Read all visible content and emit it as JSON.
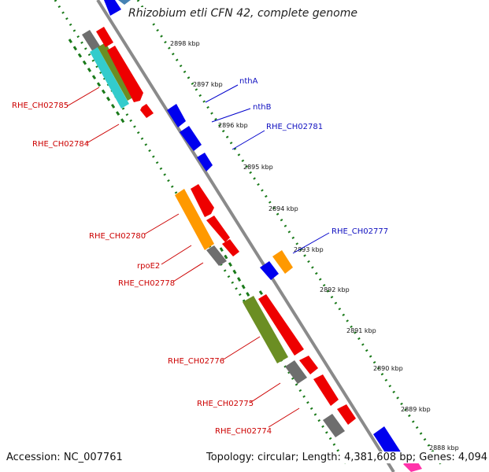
{
  "title": "Rhizobium etli CFN 42, complete genome",
  "footer": {
    "accession": "Accession: NC_007761",
    "topology": "Topology: circular; Length: 4,381,608 bp; Genes: 4,094"
  },
  "ticks": [
    "2898 kbp",
    "2897 kbp",
    "2896 kbp",
    "2895 kbp",
    "2894 kbp",
    "2893 kbp",
    "2892 kbp",
    "2891 kbp",
    "2890 kbp",
    "2889 kbp",
    "2888 kbp"
  ],
  "forward_labels": [
    "nthA",
    "nthB",
    "RHE_CH02781",
    "RHE_CH02777"
  ],
  "reverse_labels": [
    "RHE_CH02785",
    "RHE_CH02784",
    "RHE_CH02780",
    "rpoE2",
    "RHE_CH02778",
    "RHE_CH02776",
    "RHE_CH02775",
    "RHE_CH02774"
  ],
  "colors": {
    "forward_label": "#1010c0",
    "reverse_label": "#cc0000",
    "gc_dots": "#1a7a1a",
    "backbone": "#8a8a8a"
  }
}
